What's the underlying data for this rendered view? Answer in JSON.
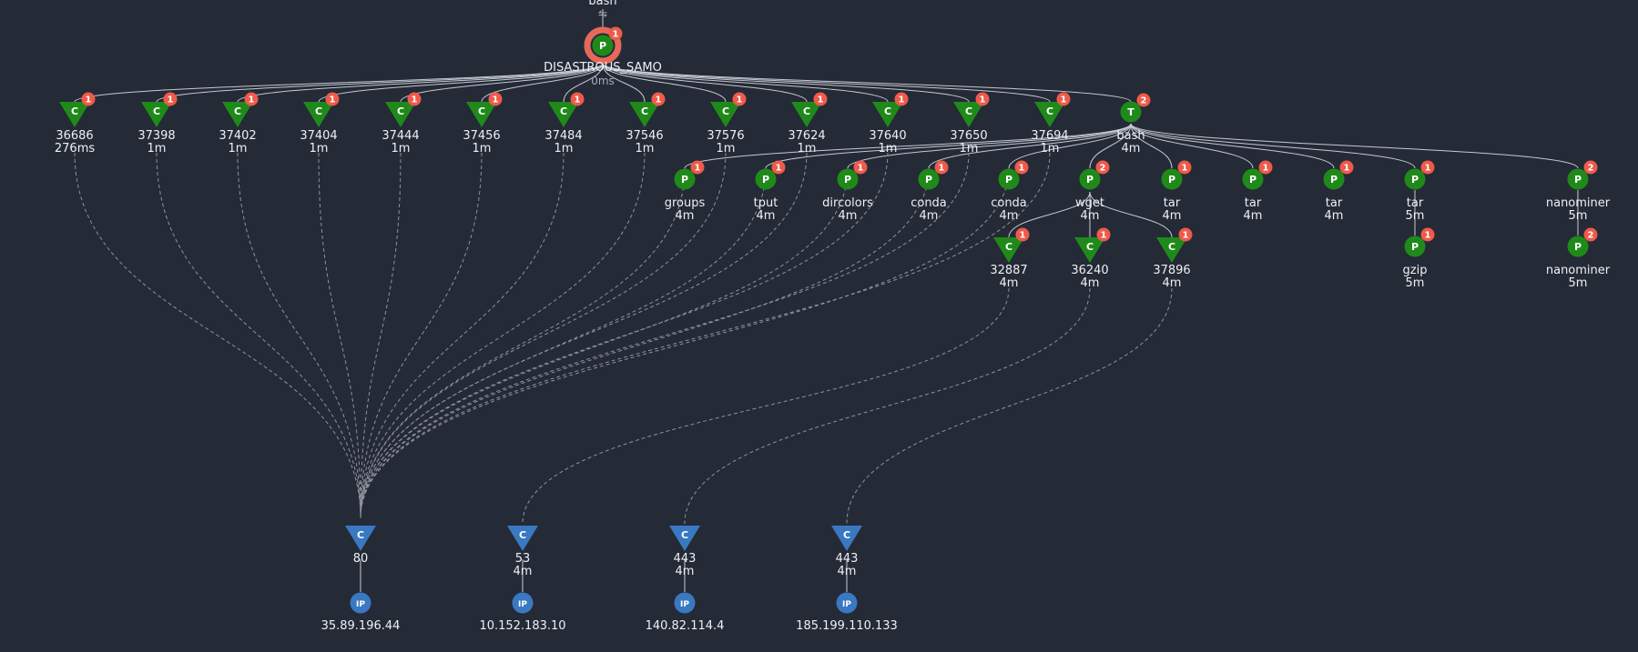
{
  "colors": {
    "background": "#252a37",
    "process": "#1f8a1a",
    "connection_local": "#1f8a1a",
    "connection_remote": "#3a78c2",
    "ip": "#3a78c2",
    "badge": "#ef5a4a",
    "root_ring": "#e5695a"
  },
  "graph": {
    "parent": {
      "name": "bash",
      "link_icon": "link-icon"
    },
    "root": {
      "type": "P",
      "name": "DISASTROUS_SAMO",
      "time": "0ms",
      "badge": "1"
    },
    "connections_row": [
      {
        "type": "C",
        "port": "36686",
        "time": "276ms",
        "badge": "1"
      },
      {
        "type": "C",
        "port": "37398",
        "time": "1m",
        "badge": "1"
      },
      {
        "type": "C",
        "port": "37402",
        "time": "1m",
        "badge": "1"
      },
      {
        "type": "C",
        "port": "37404",
        "time": "1m",
        "badge": "1"
      },
      {
        "type": "C",
        "port": "37444",
        "time": "1m",
        "badge": "1"
      },
      {
        "type": "C",
        "port": "37456",
        "time": "1m",
        "badge": "1"
      },
      {
        "type": "C",
        "port": "37484",
        "time": "1m",
        "badge": "1"
      },
      {
        "type": "C",
        "port": "37546",
        "time": "1m",
        "badge": "1"
      },
      {
        "type": "C",
        "port": "37576",
        "time": "1m",
        "badge": "1"
      },
      {
        "type": "C",
        "port": "37624",
        "time": "1m",
        "badge": "1"
      },
      {
        "type": "C",
        "port": "37640",
        "time": "1m",
        "badge": "1"
      },
      {
        "type": "C",
        "port": "37650",
        "time": "1m",
        "badge": "1"
      },
      {
        "type": "C",
        "port": "37694",
        "time": "1m",
        "badge": "1"
      }
    ],
    "thread": {
      "type": "T",
      "name": "bash",
      "time": "4m",
      "badge": "2"
    },
    "processes_row": [
      {
        "type": "P",
        "name": "groups",
        "time": "4m",
        "badge": "1"
      },
      {
        "type": "P",
        "name": "tput",
        "time": "4m",
        "badge": "1"
      },
      {
        "type": "P",
        "name": "dircolors",
        "time": "4m",
        "badge": "1"
      },
      {
        "type": "P",
        "name": "conda",
        "time": "4m",
        "badge": "1"
      },
      {
        "type": "P",
        "name": "conda",
        "time": "4m",
        "badge": "1"
      },
      {
        "type": "P",
        "name": "wget",
        "time": "4m",
        "badge": "2"
      },
      {
        "type": "P",
        "name": "tar",
        "time": "4m",
        "badge": "1"
      },
      {
        "type": "P",
        "name": "tar",
        "time": "4m",
        "badge": "1"
      },
      {
        "type": "P",
        "name": "tar",
        "time": "4m",
        "badge": "1"
      },
      {
        "type": "P",
        "name": "tar",
        "time": "5m",
        "badge": "1"
      },
      {
        "type": "P",
        "name": "nanominer",
        "time": "5m",
        "badge": "2"
      }
    ],
    "wget_children": [
      {
        "type": "C",
        "port": "32887",
        "time": "4m",
        "badge": "1"
      },
      {
        "type": "C",
        "port": "36240",
        "time": "4m",
        "badge": "1"
      },
      {
        "type": "C",
        "port": "37896",
        "time": "4m",
        "badge": "1"
      }
    ],
    "tar_child": {
      "type": "P",
      "name": "gzip",
      "time": "5m",
      "badge": "1"
    },
    "nanominer_child": {
      "type": "P",
      "name": "nanominer",
      "time": "5m",
      "badge": "2"
    },
    "remote_connections": [
      {
        "type": "C",
        "port": "80",
        "time": ""
      },
      {
        "type": "C",
        "port": "53",
        "time": "4m"
      },
      {
        "type": "C",
        "port": "443",
        "time": "4m"
      },
      {
        "type": "C",
        "port": "443",
        "time": "4m"
      }
    ],
    "ips": [
      {
        "type": "IP",
        "address": "35.89.196.44"
      },
      {
        "type": "IP",
        "address": "10.152.183.10"
      },
      {
        "type": "IP",
        "address": "140.82.114.4"
      },
      {
        "type": "IP",
        "address": "185.199.110.133"
      }
    ]
  }
}
